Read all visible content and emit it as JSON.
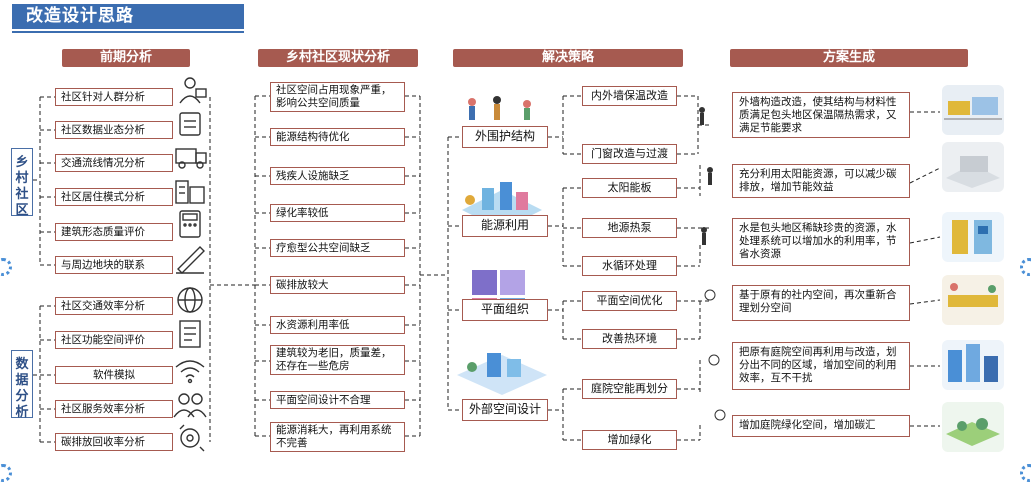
{
  "title": "改造设计思路",
  "columns": {
    "analysis": "前期分析",
    "status": "乡村社区现状分析",
    "strategy": "解决策略",
    "plan": "方案生成"
  },
  "side_labels": {
    "rural": "乡村社区",
    "data": "数据分析"
  },
  "analysis_items": [
    "社区针对人群分析",
    "社区数据业态分析",
    "交通流线情况分析",
    "社区居住模式分析",
    "建筑形态质量评价",
    "与周边地块的联系",
    "社区交通效率分析",
    "社区功能空间评价",
    "软件模拟",
    "社区服务效率分析",
    "碳排放回收率分析"
  ],
  "status_items": [
    "社区空间占用现象严重，影响公共空间质量",
    "能源结构待优化",
    "残疾人设施缺乏",
    "绿化率较低",
    "疗愈型公共空间缺乏",
    "碳排放较大",
    "水资源利用率低",
    "建筑较为老旧，质量差，还存在一些危房",
    "平面空间设计不合理",
    "能源消耗大，再利用系统不完善"
  ],
  "main_strategies": [
    "外围护结构",
    "能源利用",
    "平面组织",
    "外部空间设计"
  ],
  "sub_strategies": [
    "内外墙保温改造",
    "门窗改造与过渡",
    "太阳能板",
    "地源热泵",
    "水循环处理",
    "平面空间优化",
    "改善热环境",
    "庭院空能再划分",
    "增加绿化"
  ],
  "plan_items": [
    "外墙构造改造，使其结构与材料性质满足包头地区保温隔热需求，又满足节能要求",
    "充分利用太阳能资源，可以减少碳排放，增加节能效益",
    "水是包头地区稀缺珍贵的资源，水处理系统可以增加水的利用率，节省水资源",
    "基于原有的社内空间，再次重新合理划分空间",
    "把原有庭院空间再利用与改造，划分出不同的区域，增加空间的利用效率，互不干扰",
    "增加庭院绿化空间，增加碳汇"
  ],
  "colors": {
    "title_bg": "#3b6db0",
    "header_bg": "#a65a50",
    "box_border": "#a65a50",
    "side_border": "#4a6fa6"
  }
}
